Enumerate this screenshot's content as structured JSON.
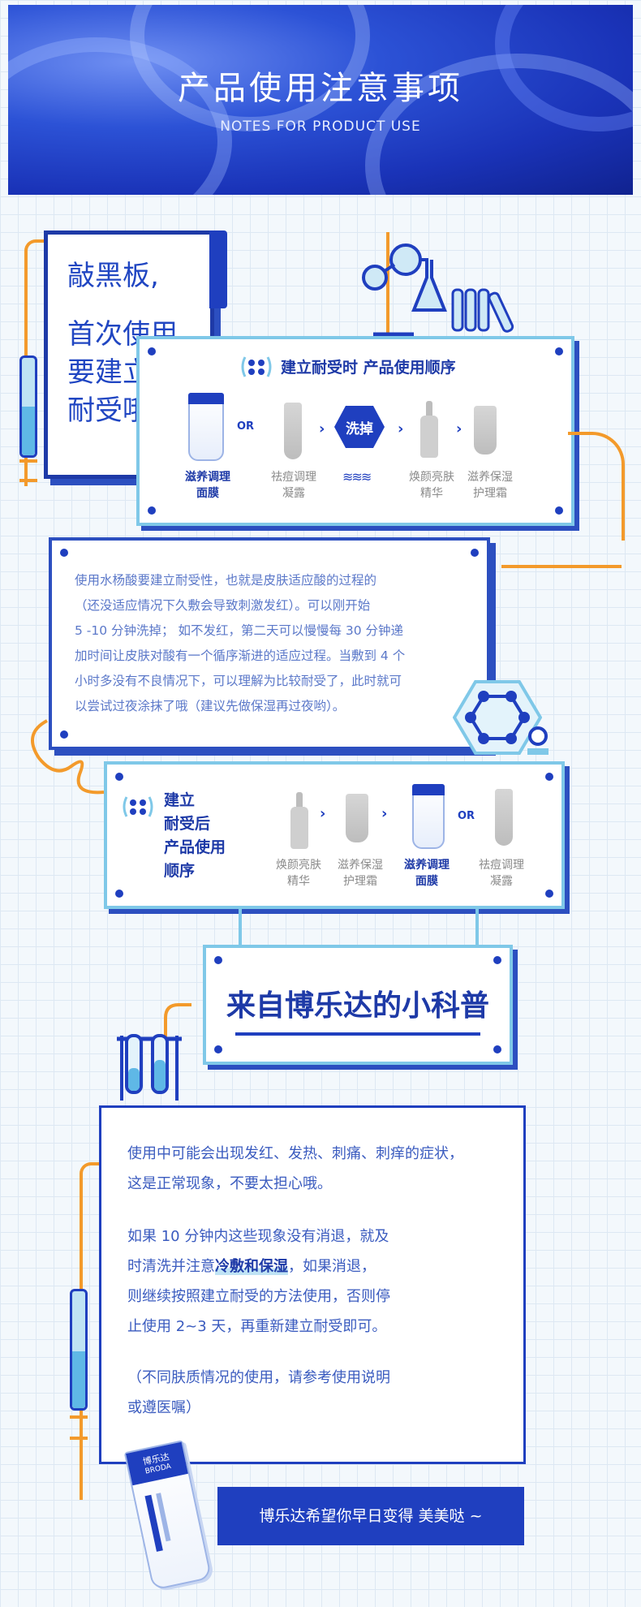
{
  "header": {
    "title": "产品使用注意事项",
    "subtitle": "NOTES FOR PRODUCT USE"
  },
  "blackboard": {
    "line1": "敲黑板,",
    "line2": "首次使用",
    "line3": "要建立",
    "line4": "耐受哦 ～"
  },
  "section1": {
    "title": "建立耐受时 产品使用顺序",
    "or_label": "OR",
    "wash_label": "洗掉",
    "items": [
      {
        "label1": "滋养调理",
        "label2": "面膜"
      },
      {
        "label1": "祛痘调理",
        "label2": "凝露"
      },
      {
        "label1": "焕颜亮肤",
        "label2": "精华"
      },
      {
        "label1": "滋养保湿",
        "label2": "护理霜"
      }
    ]
  },
  "paragraph1": {
    "lines": [
      "使用水杨酸要建立耐受性，也就是皮肤适应酸的过程的",
      "（还没适应情况下久敷会导致刺激发红）。可以刚开始",
      "5 -10 分钟洗掉；  如不发红，第二天可以慢慢每 30 分钟递",
      "加时间让皮肤对酸有一个循序渐进的适应过程。当敷到 4 个",
      "小时多没有不良情况下，可以理解为比较耐受了，此时就可",
      "以尝试过夜涂抹了哦（建议先做保湿再过夜哟）。"
    ]
  },
  "section2": {
    "title_lines": [
      "建立",
      "耐受后",
      "产品使用",
      "顺序"
    ],
    "or_label": "OR",
    "items": [
      {
        "label1": "焕颜亮肤",
        "label2": "精华"
      },
      {
        "label1": "滋养保湿",
        "label2": "护理霜"
      },
      {
        "label1": "滋养调理",
        "label2": "面膜"
      },
      {
        "label1": "祛痘调理",
        "label2": "凝露"
      }
    ]
  },
  "science": {
    "title": "来自博乐达的小科普"
  },
  "notes": {
    "p1": [
      "使用中可能会出现发红、发热、刺痛、刺痒的症状，",
      "这是正常现象，不要太担心哦。"
    ],
    "p2_line1": "如果 10 分钟内这些现象没有消退，就及",
    "p2_line2_a": "时清洗并注意",
    "p2_line2_b": "冷敷和保湿",
    "p2_line2_c": "，如果消退，",
    "p2_line3": "则继续按照建立耐受的方法使用，否则停",
    "p2_line4": "止使用 2~3 天，再重新建立耐受即可。",
    "p3": [
      "（不同肤质情况的使用，请参考使用说明",
      "或遵医嘱）"
    ]
  },
  "brand": {
    "cn": "博乐达",
    "en": "BRODA"
  },
  "footer": {
    "text": "博乐达希望你早日变得 美美哒 ~"
  },
  "colors": {
    "primary": "#1f3fbf",
    "accent": "#f39a2b",
    "light": "#7fc8e8"
  }
}
